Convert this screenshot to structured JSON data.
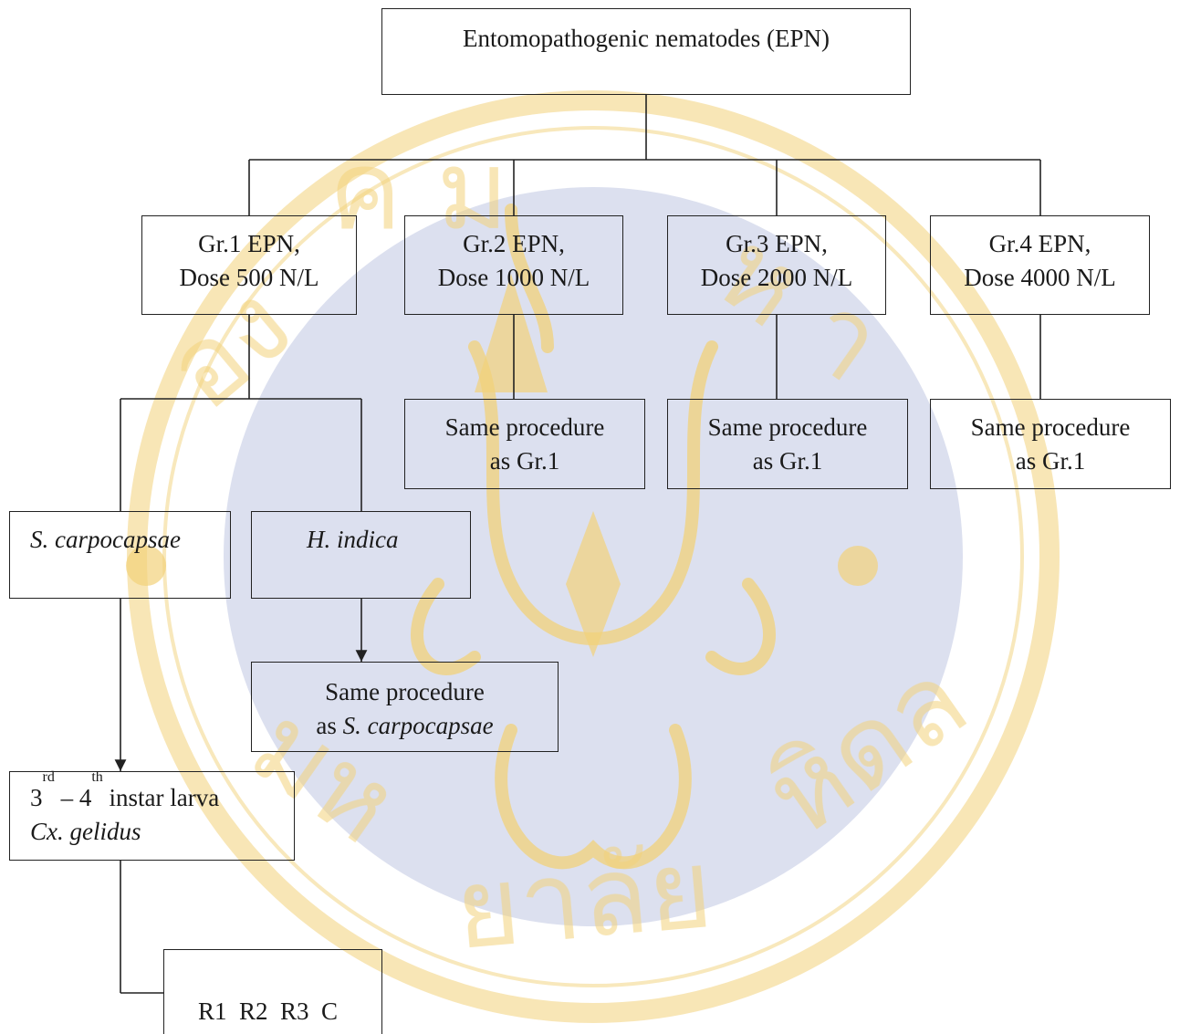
{
  "diagram": {
    "root": "Entomopathogenic nematodes (EPN)",
    "groups": [
      {
        "line1": "Gr.1 EPN,",
        "line2": "Dose 500 N/L"
      },
      {
        "line1": "Gr.2 EPN,",
        "line2": "Dose 1000 N/L"
      },
      {
        "line1": "Gr.3 EPN,",
        "line2": "Dose 2000 N/L"
      },
      {
        "line1": "Gr.4 EPN,",
        "line2": "Dose 4000 N/L"
      }
    ],
    "same_as_gr1": {
      "line1": "Same procedure",
      "line2": "as Gr.1"
    },
    "species_left": "S. carpocapsae",
    "species_right": "H. indica",
    "same_as_sc": {
      "line1": "Same procedure",
      "line2_prefix": "as ",
      "line2_species": "S. carpocapsae"
    },
    "larva": {
      "n1": "3",
      "sup1": "rd",
      "dash": " – ",
      "n2": "4",
      "sup2": "th",
      "text": " instar larva",
      "species": "Cx. gelidus"
    },
    "replicates": "R1  R2  R3  C"
  },
  "watermark": {
    "text": "อ ง ค ม ห า วิ ท ย า ลั ย ม หิ ด ล",
    "colors": {
      "gold": "#f2d27a",
      "blue": "#c4cce4"
    }
  }
}
